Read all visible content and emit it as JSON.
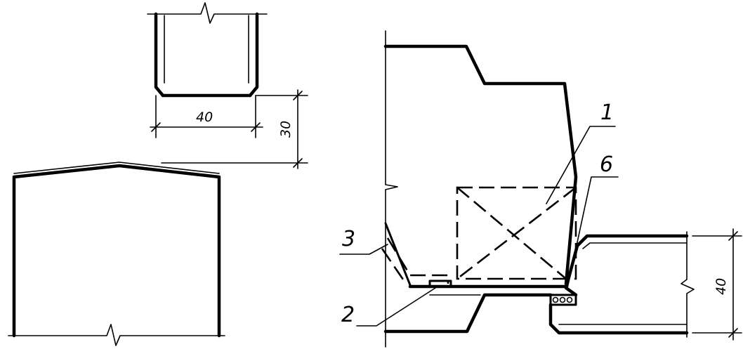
{
  "dimensions": {
    "top_width": "40",
    "top_height": "30",
    "right_height": "40"
  },
  "callouts": {
    "item_1": "1",
    "item_2": "2",
    "item_3": "3",
    "item_6": "6"
  }
}
